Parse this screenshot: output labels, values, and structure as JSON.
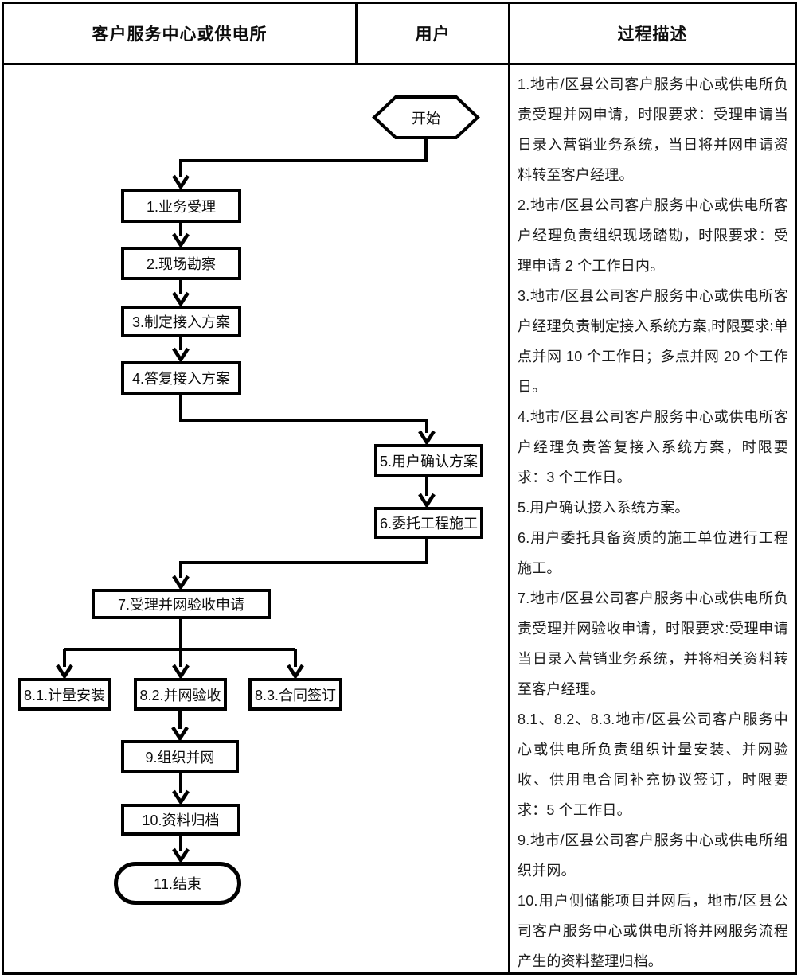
{
  "header": {
    "col1": "客户服务中心或供电所",
    "col2": "用户",
    "col3": "过程描述"
  },
  "flowchart": {
    "nodes": {
      "start": {
        "label": "开始",
        "shape": "hexagon",
        "lane": "客户服务中心或供电所"
      },
      "s1": {
        "label": "1.业务受理",
        "shape": "rect",
        "lane": "客户服务中心或供电所"
      },
      "s2": {
        "label": "2.现场勘察",
        "shape": "rect",
        "lane": "客户服务中心或供电所"
      },
      "s3": {
        "label": "3.制定接入方案",
        "shape": "rect",
        "lane": "客户服务中心或供电所"
      },
      "s4": {
        "label": "4.答复接入方案",
        "shape": "rect",
        "lane": "客户服务中心或供电所"
      },
      "s5": {
        "label": "5.用户确认方案",
        "shape": "rect",
        "lane": "用户"
      },
      "s6": {
        "label": "6.委托工程施工",
        "shape": "rect",
        "lane": "用户"
      },
      "s7": {
        "label": "7.受理并网验收申请",
        "shape": "rect",
        "lane": "客户服务中心或供电所"
      },
      "s81": {
        "label": "8.1.计量安装",
        "shape": "rect",
        "lane": "客户服务中心或供电所"
      },
      "s82": {
        "label": "8.2.并网验收",
        "shape": "rect",
        "lane": "客户服务中心或供电所"
      },
      "s83": {
        "label": "8.3.合同签订",
        "shape": "rect",
        "lane": "客户服务中心或供电所"
      },
      "s9": {
        "label": "9.组织并网",
        "shape": "rect",
        "lane": "客户服务中心或供电所"
      },
      "s10": {
        "label": "10.资料归档",
        "shape": "rect",
        "lane": "客户服务中心或供电所"
      },
      "s11": {
        "label": "11.结束",
        "shape": "stadium",
        "lane": "客户服务中心或供电所"
      }
    },
    "edges": [
      "start→1",
      "1→2",
      "2→3",
      "3→4",
      "4→5",
      "5→6",
      "6→7",
      "7→8.1",
      "7→8.2",
      "7→8.3",
      "8.2→9",
      "9→10",
      "10→11"
    ]
  },
  "description": {
    "items": [
      "1.地市/区县公司客户服务中心或供电所负责受理并网申请，时限要求：受理申请当日录入营销业务系统，当日将并网申请资料转至客户经理。",
      "2.地市/区县公司客户服务中心或供电所客户经理负责组织现场踏勘，时限要求：受理申请 2 个工作日内。",
      "3.地市/区县公司客户服务中心或供电所客户经理负责制定接入系统方案,时限要求:单点并网 10 个工作日；多点并网 20 个工作日。",
      "4.地市/区县公司客户服务中心或供电所客户经理负责答复接入系统方案，时限要求：3 个工作日。",
      "5.用户确认接入系统方案。",
      "6.用户委托具备资质的施工单位进行工程施工。",
      "7.地市/区县公司客户服务中心或供电所负责受理并网验收申请，时限要求:受理申请当日录入营销业务系统，并将相关资料转至客户经理。",
      "8.1、8.2、8.3.地市/区县公司客户服务中心或供电所负责组织计量安装、并网验收、供用电合同补充协议签订，时限要求：5 个工作日。",
      "9.地市/区县公司客户服务中心或供电所组织并网。",
      "10.用户侧储能项目并网后，地市/区县公司客户服务中心或供电所将并网服务流程产生的资料整理归档。"
    ]
  },
  "colors": {
    "line": "#000000",
    "border": "#000000",
    "background": "#ffffff",
    "text": "#1d1d1d"
  }
}
